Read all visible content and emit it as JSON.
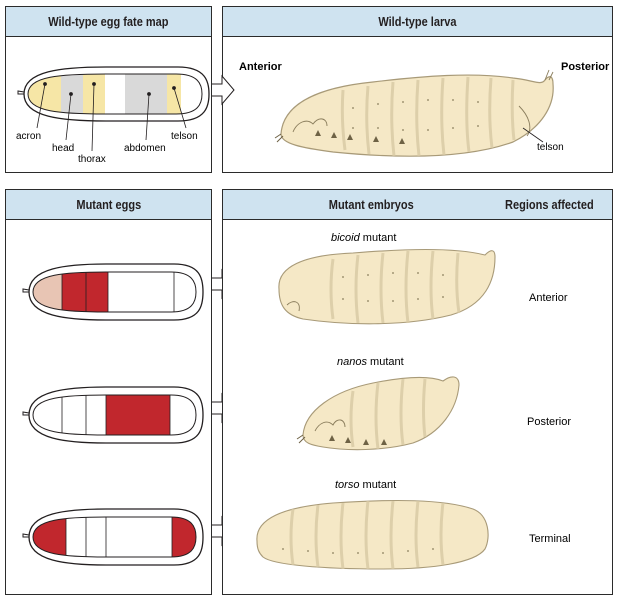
{
  "panels": {
    "wt_fate_map": {
      "title": "Wild-type egg fate map",
      "labels": {
        "acron": "acron",
        "head": "head",
        "thorax": "thorax",
        "abdomen": "abdomen",
        "telson": "telson"
      }
    },
    "wt_larva": {
      "title": "Wild-type larva",
      "anterior": "Anterior",
      "posterior": "Posterior",
      "telson": "telson"
    },
    "mutant_eggs": {
      "title": "Mutant eggs"
    },
    "mutant_embryos": {
      "title": "Mutant embryos",
      "regions_title": "Regions affected",
      "rows": [
        {
          "gene": "bicoid",
          "suffix": " mutant",
          "region": "Anterior"
        },
        {
          "gene": "nanos",
          "suffix": " mutant",
          "region": "Posterior"
        },
        {
          "gene": "torso",
          "suffix": " mutant",
          "region": "Terminal"
        }
      ]
    }
  },
  "colors": {
    "header_bg": "#cfe3f0",
    "acron": "#f6e6a6",
    "head": "#d9d9d9",
    "thorax": "#f6e6a6",
    "abdomen": "#d9d9d9",
    "telson": "#f6e6a6",
    "mutant_red": "#c1272d",
    "mutant_pink": "#e8c5b4",
    "larva_fill": "#f5e8c6",
    "larva_stroke": "#a89a78"
  }
}
